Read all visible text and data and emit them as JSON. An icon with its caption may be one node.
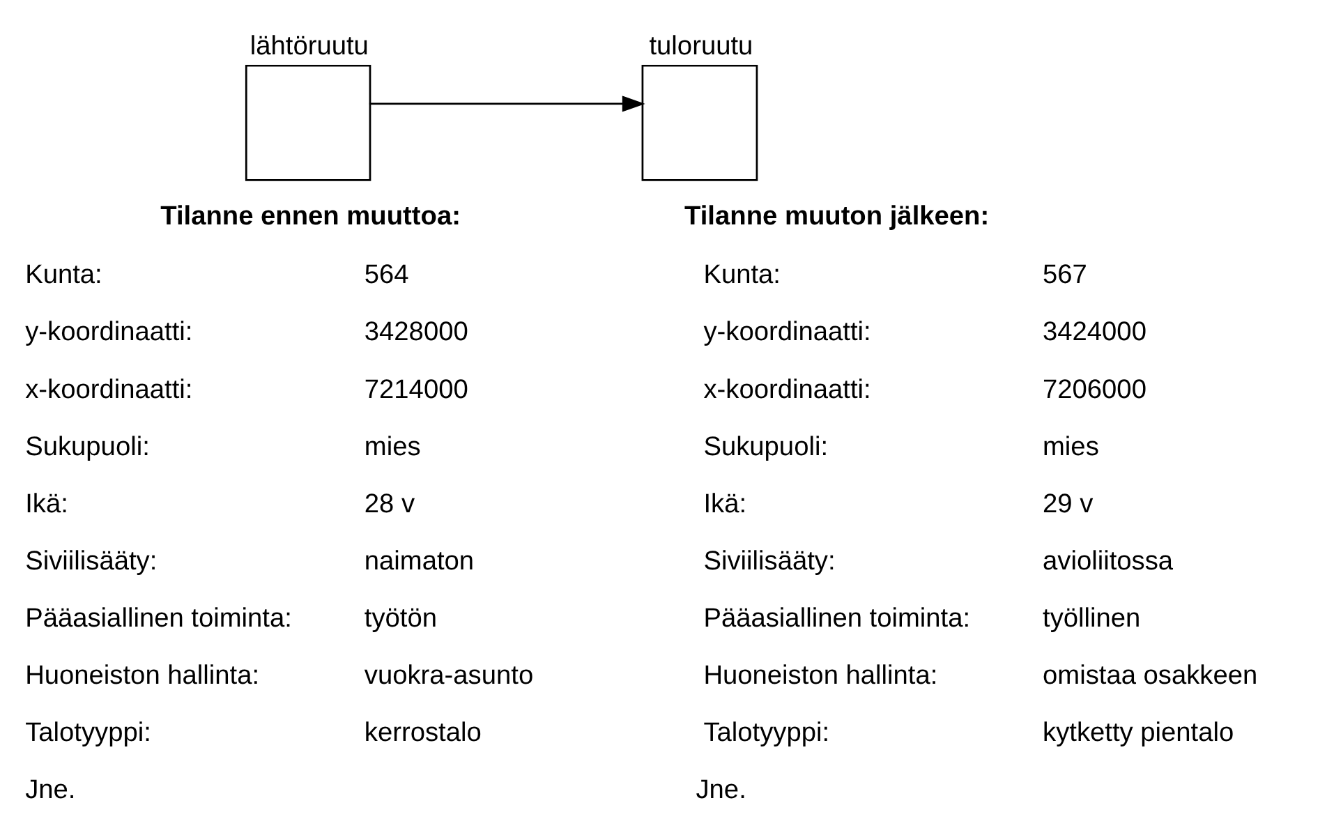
{
  "diagram": {
    "nodes": [
      {
        "text": [
          "lähtöruutu"
        ]
      },
      {
        "text": [
          "tuloruutu"
        ]
      }
    ],
    "edges": [
      {
        "from": 0,
        "to": 1,
        "arrow": "to"
      }
    ],
    "labels": [
      "Tilanne ennen muuttoa:",
      "Tilanne muuton jälkeen:",
      "Kunta:",
      "564",
      "Kunta:",
      "567",
      "y-koordinaatti:",
      "3428000",
      "y-koordinaatti:",
      "3424000",
      "x-koordinaatti:",
      "7214000",
      "x-koordinaatti:",
      "7206000",
      "Sukupuoli:",
      "mies",
      "Sukupuoli:",
      "mies",
      "Ikä:",
      "28 v",
      "Ikä:",
      "29 v",
      "Siviilisääty:",
      "naimaton",
      "Siviilisääty:",
      "avioliitossa",
      "Pääasiallinen toiminta:",
      "työtön",
      "Pääasiallinen toiminta:",
      "työllinen",
      "Huoneiston hallinta:",
      "vuokra-asunto",
      "Huoneiston hallinta:",
      "omistaa osakkeen",
      "Talotyyppi:",
      "kerrostalo",
      "Talotyyppi:",
      "kytketty pientalo",
      "Jne.",
      "Jne."
    ]
  }
}
